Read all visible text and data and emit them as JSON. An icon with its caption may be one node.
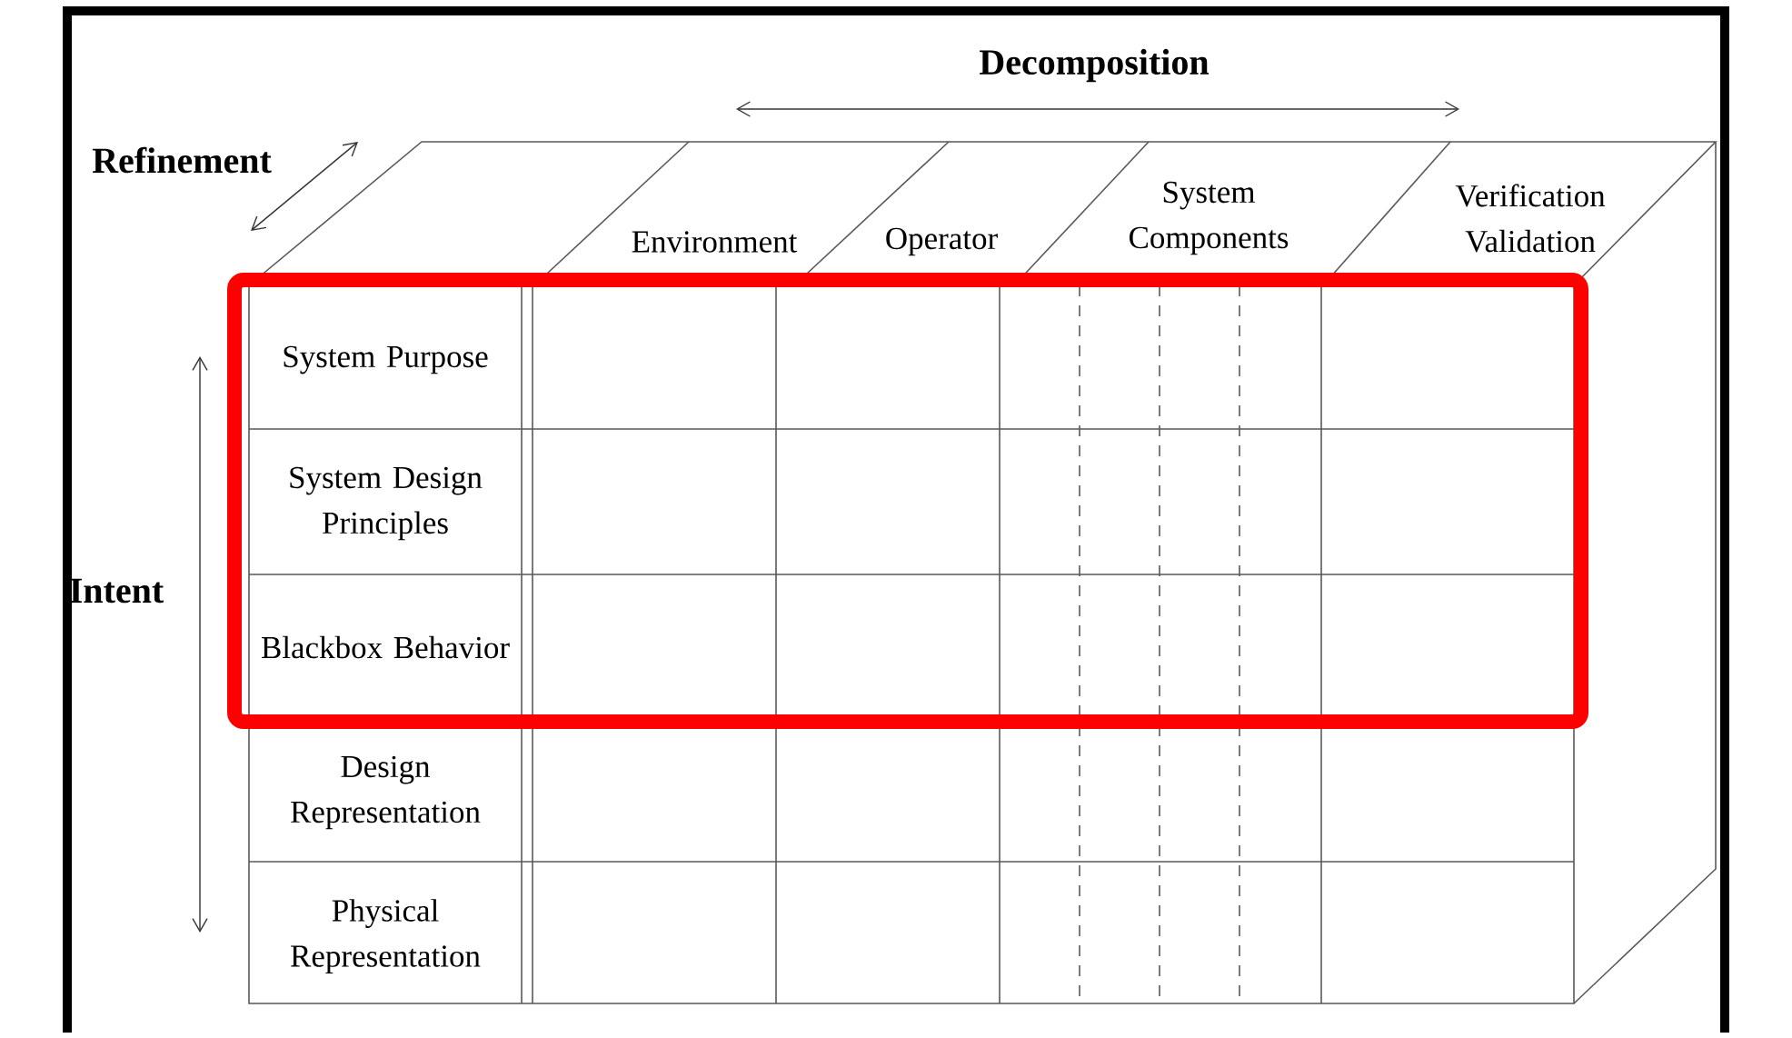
{
  "diagram": {
    "labels": [
      "Decomposition",
      "Refinement",
      "Environment",
      "Operator",
      "System Components",
      "Verification Validation",
      "System Purpose",
      "System Design Principles",
      "Intent",
      "Blackbox Behavior",
      "Design Representation",
      "Physical Representation"
    ]
  }
}
